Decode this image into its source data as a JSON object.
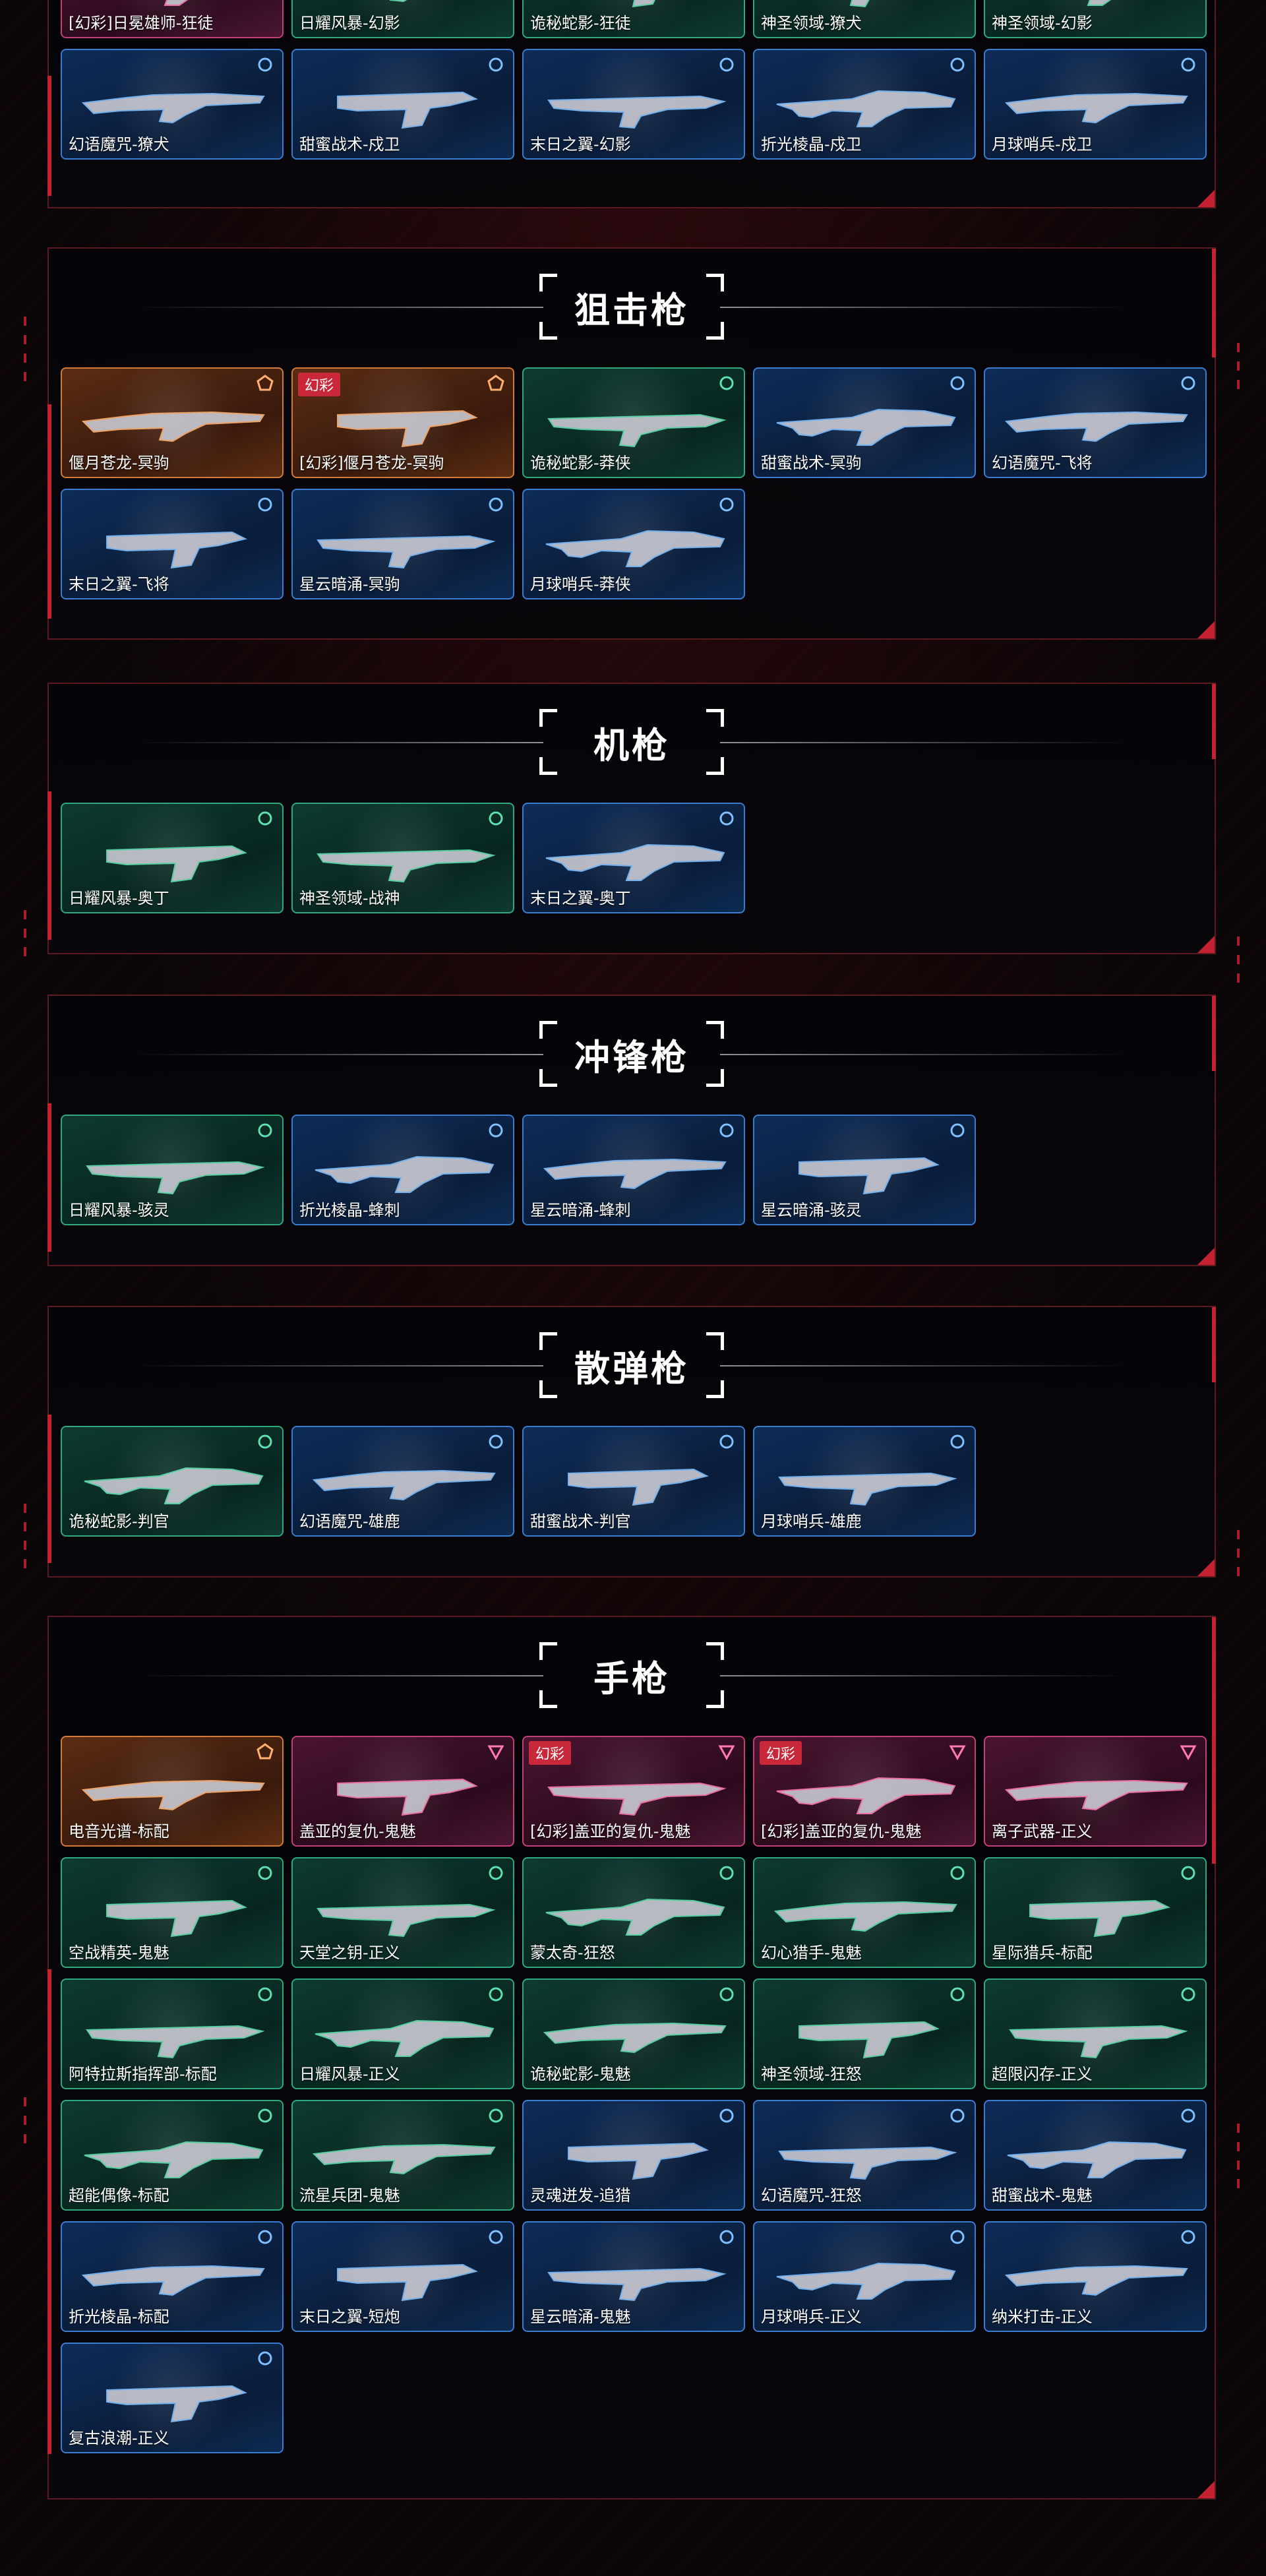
{
  "sections": [
    {
      "id": "rifle-tail",
      "title": "",
      "items": [
        {
          "label": "[幻彩]日冕雄师-狂徒",
          "tier": "pink",
          "badge": ""
        },
        {
          "label": "日耀风暴-幻影",
          "tier": "green",
          "badge": ""
        },
        {
          "label": "诡秘蛇影-狂徒",
          "tier": "green",
          "badge": ""
        },
        {
          "label": "神圣领域-獠犬",
          "tier": "green",
          "badge": ""
        },
        {
          "label": "神圣领域-幻影",
          "tier": "green",
          "badge": ""
        },
        {
          "label": "幻语魔咒-獠犬",
          "tier": "blue",
          "badge": ""
        },
        {
          "label": "甜蜜战术-戍卫",
          "tier": "blue",
          "badge": ""
        },
        {
          "label": "末日之翼-幻影",
          "tier": "blue",
          "badge": ""
        },
        {
          "label": "折光棱晶-戍卫",
          "tier": "blue",
          "badge": ""
        },
        {
          "label": "月球哨兵-戍卫",
          "tier": "blue",
          "badge": ""
        }
      ]
    },
    {
      "id": "sniper",
      "title": "狙击枪",
      "items": [
        {
          "label": "偃月苍龙-冥驹",
          "tier": "orange",
          "badge": ""
        },
        {
          "label": "[幻彩]偃月苍龙-冥驹",
          "tier": "orange",
          "badge": "幻彩"
        },
        {
          "label": "诡秘蛇影-莽侠",
          "tier": "green",
          "badge": ""
        },
        {
          "label": "甜蜜战术-冥驹",
          "tier": "blue",
          "badge": ""
        },
        {
          "label": "幻语魔咒-飞将",
          "tier": "blue",
          "badge": ""
        },
        {
          "label": "末日之翼-飞将",
          "tier": "blue",
          "badge": ""
        },
        {
          "label": "星云暗涌-冥驹",
          "tier": "blue",
          "badge": ""
        },
        {
          "label": "月球哨兵-莽侠",
          "tier": "blue",
          "badge": ""
        }
      ]
    },
    {
      "id": "machinegun",
      "title": "机枪",
      "items": [
        {
          "label": "日耀风暴-奥丁",
          "tier": "green",
          "badge": ""
        },
        {
          "label": "神圣领域-战神",
          "tier": "green",
          "badge": ""
        },
        {
          "label": "末日之翼-奥丁",
          "tier": "blue",
          "badge": ""
        }
      ]
    },
    {
      "id": "smg",
      "title": "冲锋枪",
      "items": [
        {
          "label": "日耀风暴-骇灵",
          "tier": "green",
          "badge": ""
        },
        {
          "label": "折光棱晶-蜂刺",
          "tier": "blue",
          "badge": ""
        },
        {
          "label": "星云暗涌-蜂刺",
          "tier": "blue",
          "badge": ""
        },
        {
          "label": "星云暗涌-骇灵",
          "tier": "blue",
          "badge": ""
        }
      ]
    },
    {
      "id": "shotgun",
      "title": "散弹枪",
      "items": [
        {
          "label": "诡秘蛇影-判官",
          "tier": "green",
          "badge": ""
        },
        {
          "label": "幻语魔咒-雄鹿",
          "tier": "blue",
          "badge": ""
        },
        {
          "label": "甜蜜战术-判官",
          "tier": "blue",
          "badge": ""
        },
        {
          "label": "月球哨兵-雄鹿",
          "tier": "blue",
          "badge": ""
        }
      ]
    },
    {
      "id": "pistol",
      "title": "手枪",
      "items": [
        {
          "label": "电音光谱-标配",
          "tier": "orange",
          "badge": ""
        },
        {
          "label": "盖亚的复仇-鬼魅",
          "tier": "pink",
          "badge": ""
        },
        {
          "label": "[幻彩]盖亚的复仇-鬼魅",
          "tier": "pink",
          "badge": "幻彩"
        },
        {
          "label": "[幻彩]盖亚的复仇-鬼魅",
          "tier": "pink",
          "badge": "幻彩"
        },
        {
          "label": "离子武器-正义",
          "tier": "pink",
          "badge": ""
        },
        {
          "label": "空战精英-鬼魅",
          "tier": "green",
          "badge": ""
        },
        {
          "label": "天堂之钥-正义",
          "tier": "green",
          "badge": ""
        },
        {
          "label": "蒙太奇-狂怒",
          "tier": "green",
          "badge": ""
        },
        {
          "label": "幻心猎手-鬼魅",
          "tier": "green",
          "badge": ""
        },
        {
          "label": "星际猎兵-标配",
          "tier": "green",
          "badge": ""
        },
        {
          "label": "阿特拉斯指挥部-标配",
          "tier": "green",
          "badge": ""
        },
        {
          "label": "日耀风暴-正义",
          "tier": "green",
          "badge": ""
        },
        {
          "label": "诡秘蛇影-鬼魅",
          "tier": "green",
          "badge": ""
        },
        {
          "label": "神圣领域-狂怒",
          "tier": "green",
          "badge": ""
        },
        {
          "label": "超限闪存-正义",
          "tier": "green",
          "badge": ""
        },
        {
          "label": "超能偶像-标配",
          "tier": "green",
          "badge": ""
        },
        {
          "label": "流星兵团-鬼魅",
          "tier": "green",
          "badge": ""
        },
        {
          "label": "灵魂迸发-追猎",
          "tier": "blue",
          "badge": ""
        },
        {
          "label": "幻语魔咒-狂怒",
          "tier": "blue",
          "badge": ""
        },
        {
          "label": "甜蜜战术-鬼魅",
          "tier": "blue",
          "badge": ""
        },
        {
          "label": "折光棱晶-标配",
          "tier": "blue",
          "badge": ""
        },
        {
          "label": "末日之翼-短炮",
          "tier": "blue",
          "badge": ""
        },
        {
          "label": "星云暗涌-鬼魅",
          "tier": "blue",
          "badge": ""
        },
        {
          "label": "月球哨兵-正义",
          "tier": "blue",
          "badge": ""
        },
        {
          "label": "纳米打击-正义",
          "tier": "blue",
          "badge": ""
        },
        {
          "label": "复古浪潮-正义",
          "tier": "blue",
          "badge": ""
        }
      ]
    }
  ]
}
